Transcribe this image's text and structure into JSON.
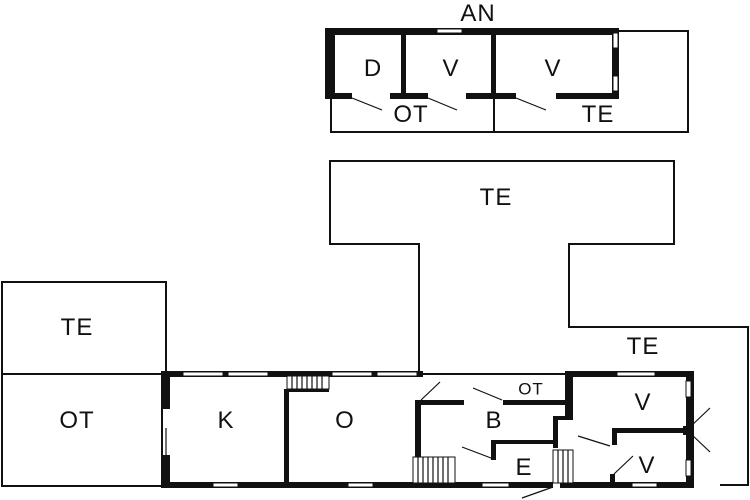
{
  "floorplan": {
    "title_label": "AN",
    "colors": {
      "wall": "#111111",
      "background": "#ffffff",
      "window": "#ffffff"
    },
    "annex": {
      "rooms": [
        {
          "id": "annex-d",
          "label": "D"
        },
        {
          "id": "annex-v1",
          "label": "V"
        },
        {
          "id": "annex-v2",
          "label": "V"
        },
        {
          "id": "annex-ot",
          "label": "OT"
        },
        {
          "id": "annex-te",
          "label": "TE"
        }
      ]
    },
    "terraces": {
      "top_large": {
        "label": "TE"
      },
      "right": {
        "label": "TE"
      },
      "left_top": {
        "label": "TE"
      }
    },
    "main": {
      "rooms": [
        {
          "id": "left-ot",
          "label": "OT"
        },
        {
          "id": "kitchen",
          "label": "K"
        },
        {
          "id": "living",
          "label": "O"
        },
        {
          "id": "small-ot",
          "label": "OT"
        },
        {
          "id": "bath",
          "label": "B"
        },
        {
          "id": "entry",
          "label": "E"
        },
        {
          "id": "bed-1",
          "label": "V"
        },
        {
          "id": "bed-2",
          "label": "V"
        }
      ]
    }
  }
}
